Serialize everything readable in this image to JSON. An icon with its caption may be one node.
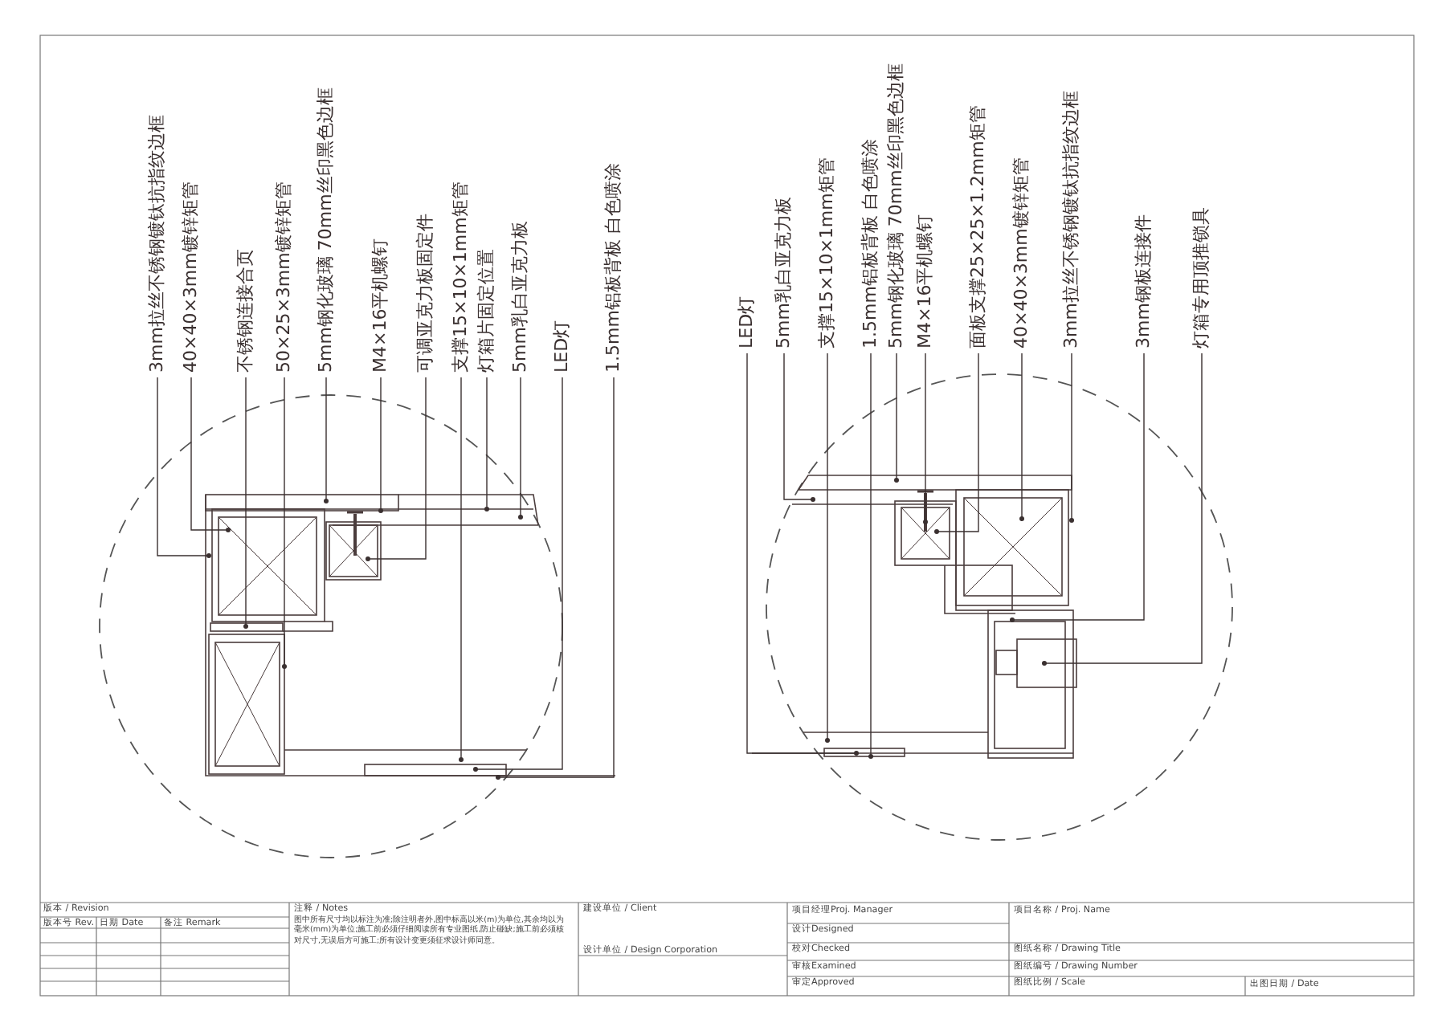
{
  "diagram": {
    "nodes": [
      {
        "text": [
          "3mm拉丝不锈钢镀钛抗指纹边框"
        ]
      },
      {
        "text": [
          "40×40×3mm镀锌矩管"
        ]
      },
      {
        "text": [
          "不锈钢连接合页"
        ]
      },
      {
        "text": [
          "50×25×3mm镀锌矩管"
        ]
      },
      {
        "text": [
          "5mm钢化玻璃 70mm丝印黑色边框"
        ]
      },
      {
        "text": [
          "M4×16平机螺钉"
        ]
      },
      {
        "text": [
          "可调亚克力板固定件"
        ]
      },
      {
        "text": [
          "支撑15×10×1mm矩管"
        ]
      },
      {
        "text": [
          "灯箱片固定位置"
        ]
      },
      {
        "text": [
          "5mm乳白亚克力板"
        ]
      },
      {
        "text": [
          "LED灯"
        ]
      },
      {
        "text": [
          "1.5mm铝板背板 白色喷涂"
        ]
      },
      {
        "text": [
          "LED灯"
        ]
      },
      {
        "text": [
          "5mm乳白亚克力板"
        ]
      },
      {
        "text": [
          "支撑15×10×1mm矩管"
        ]
      },
      {
        "text": [
          "1.5mm铝板背板 白色喷涂"
        ]
      },
      {
        "text": [
          "5mm钢化玻璃 70mm丝印黑色边框"
        ]
      },
      {
        "text": [
          "M4×16平机螺钉"
        ]
      },
      {
        "text": [
          "面板支撑25×25×1.2mm矩管"
        ]
      },
      {
        "text": [
          "40×40×3mm镀锌矩管"
        ]
      },
      {
        "text": [
          "3mm拉丝不锈钢镀钛抗指纹边框"
        ]
      },
      {
        "text": [
          "3mm钢板连接件"
        ]
      },
      {
        "text": [
          "灯箱专用顶推锁具"
        ]
      }
    ],
    "edges": [
      {
        "from": 0,
        "to": null,
        "arrow": "other"
      },
      {
        "from": 1,
        "to": null,
        "arrow": "other"
      },
      {
        "from": 2,
        "to": null,
        "arrow": "other"
      },
      {
        "from": 3,
        "to": null,
        "arrow": "other"
      },
      {
        "from": 4,
        "to": null,
        "arrow": "other"
      },
      {
        "from": 5,
        "to": null,
        "arrow": "other"
      },
      {
        "from": 6,
        "to": null,
        "arrow": "other"
      },
      {
        "from": 7,
        "to": null,
        "arrow": "other"
      },
      {
        "from": 8,
        "to": null,
        "arrow": "other"
      },
      {
        "from": 9,
        "to": null,
        "arrow": "other"
      },
      {
        "from": 10,
        "to": null,
        "arrow": "other"
      },
      {
        "from": 11,
        "to": null,
        "arrow": "other"
      },
      {
        "from": 12,
        "to": null,
        "arrow": "other"
      },
      {
        "from": 13,
        "to": null,
        "arrow": "other"
      },
      {
        "from": 14,
        "to": null,
        "arrow": "other"
      },
      {
        "from": 15,
        "to": null,
        "arrow": "other"
      },
      {
        "from": 16,
        "to": null,
        "arrow": "other"
      },
      {
        "from": 17,
        "to": null,
        "arrow": "other"
      },
      {
        "from": 18,
        "to": null,
        "arrow": "other"
      },
      {
        "from": 19,
        "to": null,
        "arrow": "other"
      },
      {
        "from": 20,
        "to": null,
        "arrow": "other"
      },
      {
        "from": 21,
        "to": null,
        "arrow": "other"
      },
      {
        "from": 22,
        "to": null,
        "arrow": "other"
      }
    ],
    "labels": [
      "版本 / Revision",
      "版本号 Rev.",
      "日期 Date",
      "备注 Remark",
      "注释 / Notes",
      "图中所有尺寸均以标注为准;除注明者外,图中标高以米(m)为单位,其余均以为毫米(mm)为单位;施工前必须仔细阅读所有专业图纸,防止碰缺;施工前必须核对尺寸,无误后方可施工;所有设计变更须征求设计师同意。",
      "建设单位 / Client",
      "设计单位 / Design Corporation",
      "项目经理Proj. Manager",
      "项目名称 / Proj. Name",
      "设计Designed",
      "校对Checked",
      "图纸名称 / Drawing Title",
      "审核Examined",
      "图纸编号 / Drawing Number",
      "审定Approved",
      "图纸比例 / Scale",
      "出图日期 / Date"
    ]
  }
}
